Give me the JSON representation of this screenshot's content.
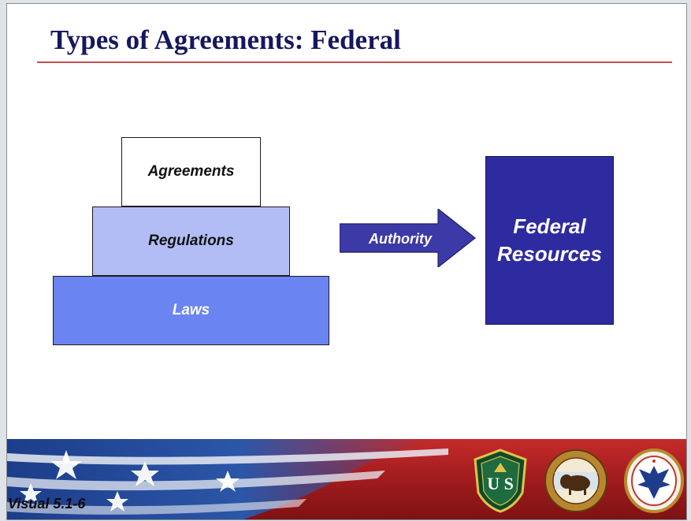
{
  "slide": {
    "title": "Types of Agreements:  Federal",
    "visual_label": "Visual 5.1-6"
  },
  "pyramid": {
    "top": "Agreements",
    "middle": "Regulations",
    "bottom": "Laws"
  },
  "arrow": {
    "label": "Authority"
  },
  "target_box": {
    "line1": "Federal",
    "line2": "Resources"
  },
  "seals": {
    "forest_service": "U S",
    "interior_icon": "bison-icon",
    "third_icon": "eagle-icon"
  },
  "colors": {
    "title": "#16175f",
    "title_rule": "#c0504d",
    "agreements_fill": "#ffffff",
    "regulations_fill": "#b2bdf6",
    "laws_fill": "#6a84f2",
    "arrow_fill": "#3c3aa6",
    "federal_fill": "#2e2aa0",
    "footer_red": "#a41d1f"
  }
}
